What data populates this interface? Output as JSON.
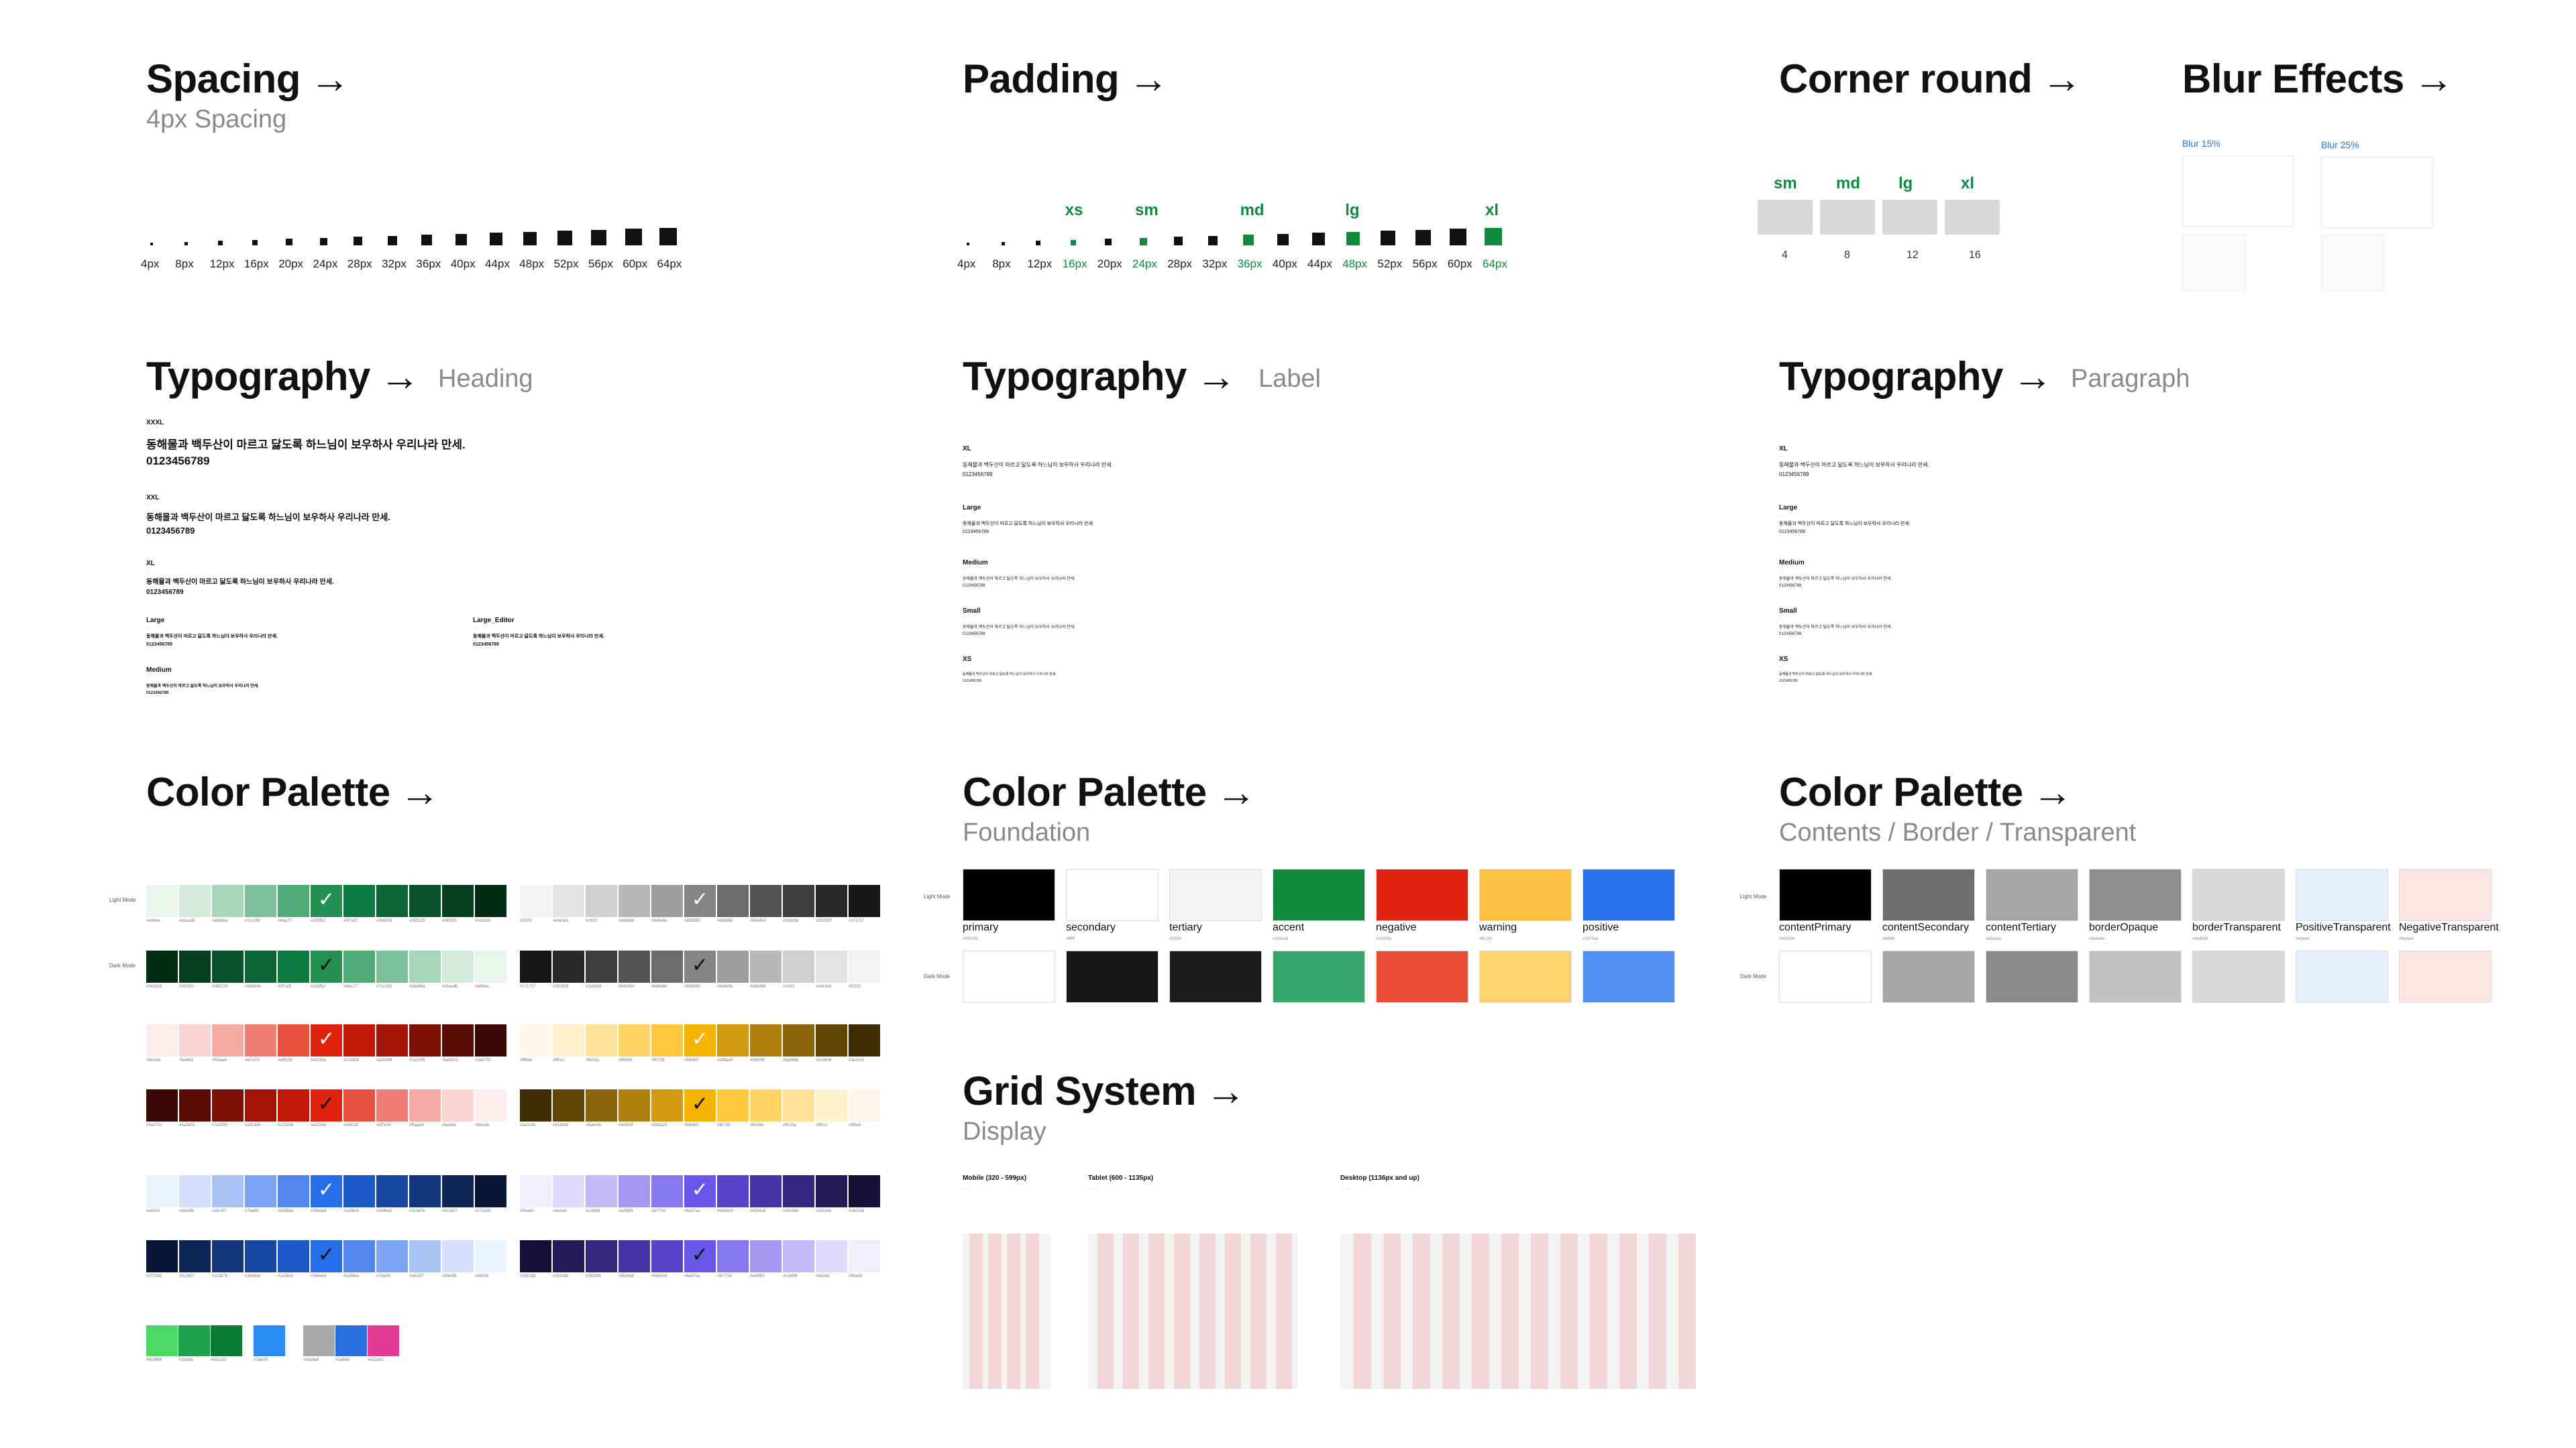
{
  "spacing": {
    "title": "Spacing",
    "subtitle": "4px Spacing",
    "labels": [
      "4px",
      "8px",
      "12px",
      "16px",
      "20px",
      "24px",
      "28px",
      "32px",
      "36px",
      "40px",
      "44px",
      "48px",
      "52px",
      "56px",
      "60px",
      "64px"
    ]
  },
  "padding": {
    "title": "Padding",
    "labels": [
      "4px",
      "8px",
      "12px",
      "16px",
      "20px",
      "24px",
      "28px",
      "32px",
      "36px",
      "40px",
      "44px",
      "48px",
      "52px",
      "56px",
      "60px",
      "64px"
    ],
    "tags": [
      {
        "text": "xs",
        "index": 3
      },
      {
        "text": "sm",
        "index": 5
      },
      {
        "text": "md",
        "index": 8
      },
      {
        "text": "lg",
        "index": 11
      },
      {
        "text": "xl",
        "index": 15
      }
    ]
  },
  "corner": {
    "title": "Corner round",
    "items": [
      {
        "tag": "sm",
        "value": "4"
      },
      {
        "tag": "md",
        "value": "8"
      },
      {
        "tag": "lg",
        "value": "12"
      },
      {
        "tag": "xl",
        "value": "16"
      }
    ]
  },
  "blur": {
    "title": "Blur Effects",
    "items": [
      "Blur 15%",
      "Blur 25%"
    ]
  },
  "typo_heading": {
    "title": "Typography",
    "subtitle": "Heading",
    "sample": "동해물과 백두산이 마르고 닳도록 하느님이 보우하사 우리나라 만세.",
    "digits": "0123456789",
    "blocks": [
      {
        "name": "XXXL"
      },
      {
        "name": "XXL"
      },
      {
        "name": "XL"
      },
      {
        "name": "Large"
      },
      {
        "name": "Medium"
      },
      {
        "name": "Large_Editor"
      }
    ]
  },
  "typo_label": {
    "title": "Typography",
    "subtitle": "Label",
    "blocks": [
      {
        "name": "XL"
      },
      {
        "name": "Large"
      },
      {
        "name": "Medium"
      },
      {
        "name": "Small"
      },
      {
        "name": "XS"
      }
    ]
  },
  "typo_paragraph": {
    "title": "Typography",
    "subtitle": "Paragraph",
    "blocks": [
      {
        "name": "XL"
      },
      {
        "name": "Large"
      },
      {
        "name": "Medium"
      },
      {
        "name": "Small"
      },
      {
        "name": "XS"
      }
    ]
  },
  "palette": {
    "title": "Color Palette",
    "light_mode": "Light Mode",
    "dark_mode": "Dark Mode",
    "groups": [
      {
        "name": "green",
        "light": [
          "#e9f4ec",
          "#d1eadb",
          "#a8d6ba",
          "#7cc198",
          "#4fac77",
          "#238f52",
          "#0f7a3f",
          "#0b6634",
          "#085229",
          "#063f20",
          "#042b16"
        ],
        "dark": [
          "#042b16",
          "#063f20",
          "#085229",
          "#0b6634",
          "#0f7a3f",
          "#238f52",
          "#4fac77",
          "#7cc198",
          "#a8d6ba",
          "#d1eadb",
          "#e9f4ec"
        ]
      },
      {
        "name": "gray",
        "light": [
          "#f2f2f2",
          "#e3e3e3",
          "#cfcfcf",
          "#b8b8b8",
          "#9e9e9e",
          "#858585",
          "#6b6b6b",
          "#545454",
          "#3d3d3d",
          "#292929",
          "#171717"
        ],
        "dark": [
          "#171717",
          "#292929",
          "#3d3d3d",
          "#545454",
          "#6b6b6b",
          "#858585",
          "#9e9e9e",
          "#b8b8b8",
          "#cfcfcf",
          "#e3e3e3",
          "#f2f2f2"
        ]
      },
      {
        "name": "red",
        "light": [
          "#fdeceb",
          "#fad4d1",
          "#f5aaa4",
          "#ef7e74",
          "#e9513f",
          "#e0230e",
          "#c21808",
          "#a31406",
          "#7e1005",
          "#5a0b03",
          "#3a0702"
        ],
        "dark": [
          "#3a0702",
          "#5a0b03",
          "#7e1005",
          "#a31406",
          "#c21808",
          "#e0230e",
          "#e9513f",
          "#ef7e74",
          "#f5aaa4",
          "#fad4d1",
          "#fdeceb"
        ]
      },
      {
        "name": "yellow",
        "light": [
          "#fff8e8",
          "#fff0cc",
          "#ffe29a",
          "#ffd366",
          "#ffc739",
          "#f4b400",
          "#d39a10",
          "#b0800f",
          "#8a640b",
          "#614608",
          "#3e2c05"
        ],
        "dark": [
          "#3e2c05",
          "#614608",
          "#8a640b",
          "#b0800f",
          "#d39a10",
          "#f4b400",
          "#ffc739",
          "#ffd366",
          "#ffe29a",
          "#fff0cc",
          "#fff8e8"
        ]
      },
      {
        "name": "blue",
        "light": [
          "#ebf1fd",
          "#d3e0fb",
          "#a9c3f7",
          "#7da4f2",
          "#5288ee",
          "#266de9",
          "#1c58c6",
          "#1646a0",
          "#11367b",
          "#0c2657",
          "#071635"
        ],
        "dark": [
          "#071635",
          "#0c2657",
          "#11367b",
          "#1646a0",
          "#1c58c6",
          "#266de9",
          "#5288ee",
          "#7da4f2",
          "#a9c3f7",
          "#d3e0fb",
          "#ebf1fd"
        ]
      },
      {
        "name": "violet",
        "light": [
          "#f0eefd",
          "#dedafc",
          "#c2b9f8",
          "#a498f3",
          "#8777ef",
          "#6a57ea",
          "#5643c9",
          "#4534a5",
          "#352880",
          "#251b5b",
          "#161038"
        ],
        "dark": [
          "#161038",
          "#251b5b",
          "#352880",
          "#4534a5",
          "#5643c9",
          "#6a57ea",
          "#8777ef",
          "#a498f3",
          "#c2b9f8",
          "#dedafc",
          "#f0eefd"
        ]
      }
    ],
    "extras": [
      "#4cd964",
      "#1fa04a",
      "#0a7a33",
      "#2a8cf0",
      "#a8a8a8",
      "#2a6fe0",
      "#e23a92"
    ]
  },
  "foundation": {
    "title": "Color Palette",
    "subtitle": "Foundation",
    "items": [
      {
        "label": "primary",
        "light": "#000000",
        "dark": "#ffffff"
      },
      {
        "label": "secondary",
        "light": "#ffffff",
        "dark": "#171717"
      },
      {
        "label": "tertiary",
        "light": "#f3f3f3",
        "dark": "#1c1c1c"
      },
      {
        "label": "accent",
        "light": "#108a3d",
        "dark": "#36a56a"
      },
      {
        "label": "negative",
        "light": "#e0230e",
        "dark": "#ea4b36"
      },
      {
        "label": "warning",
        "light": "#ffc142",
        "dark": "#ffd36b"
      },
      {
        "label": "positive",
        "light": "#2970ed",
        "dark": "#4f8ff2"
      }
    ]
  },
  "contents": {
    "title": "Color Palette",
    "subtitle": "Contents / Border / Transparent",
    "items": [
      {
        "label": "contentPrimary",
        "light": "#000000",
        "dark": "#ffffff"
      },
      {
        "label": "contentSecondary",
        "light": "#6f6f6f",
        "dark": "#a6a6a6"
      },
      {
        "label": "contentTertiary",
        "light": "#a5a5a5",
        "dark": "#8a8a8a"
      },
      {
        "label": "borderOpaque",
        "light": "#8e8e8e",
        "dark": "#c2c2c2"
      },
      {
        "label": "borderTransparent",
        "light": "#d8d8d8",
        "dark": "#d8d8d8"
      },
      {
        "label": "PositiveTransparent",
        "light": "#e5eefc",
        "dark": "#e5eefc"
      },
      {
        "label": "NegativeTransparent",
        "light": "#fbe5e4",
        "dark": "#fbe5e4"
      }
    ]
  },
  "grid": {
    "title": "Grid System",
    "subtitle": "Display",
    "items": [
      {
        "label": "Mobile (320 - 599px)",
        "columns": 4
      },
      {
        "label": "Tablet (600 - 1135px)",
        "columns": 8
      },
      {
        "label": "Desktop (1136px and up)",
        "columns": 12
      }
    ]
  }
}
